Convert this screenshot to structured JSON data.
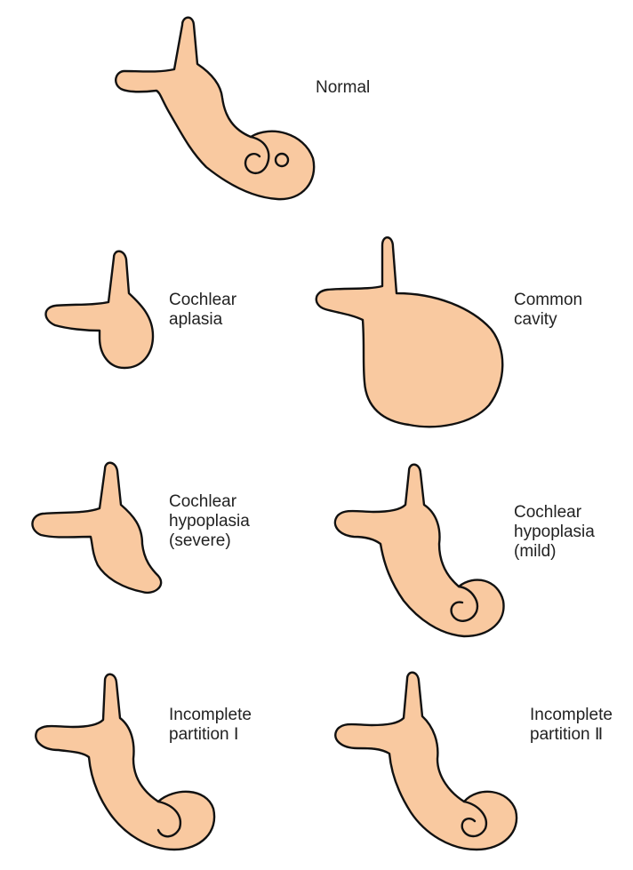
{
  "colors": {
    "fill": "#F9C9A0",
    "outline": "#111111",
    "text": "#222222",
    "background": "#FFFFFF"
  },
  "diagrams": [
    {
      "id": "normal",
      "label_lines": [
        "Normal"
      ]
    },
    {
      "id": "cochlear-aplasia",
      "label_lines": [
        "Cochlear",
        "aplasia"
      ]
    },
    {
      "id": "common-cavity",
      "label_lines": [
        "Common",
        "cavity"
      ]
    },
    {
      "id": "cochlear-hypoplasia-severe",
      "label_lines": [
        "Cochlear",
        "hypoplasia",
        "(severe)"
      ]
    },
    {
      "id": "cochlear-hypoplasia-mild",
      "label_lines": [
        "Cochlear",
        "hypoplasia",
        "(mild)"
      ]
    },
    {
      "id": "incomplete-partition-1",
      "label_lines": [
        "Incomplete",
        "partition Ⅰ"
      ]
    },
    {
      "id": "incomplete-partition-2",
      "label_lines": [
        "Incomplete",
        "partition Ⅱ"
      ]
    }
  ]
}
